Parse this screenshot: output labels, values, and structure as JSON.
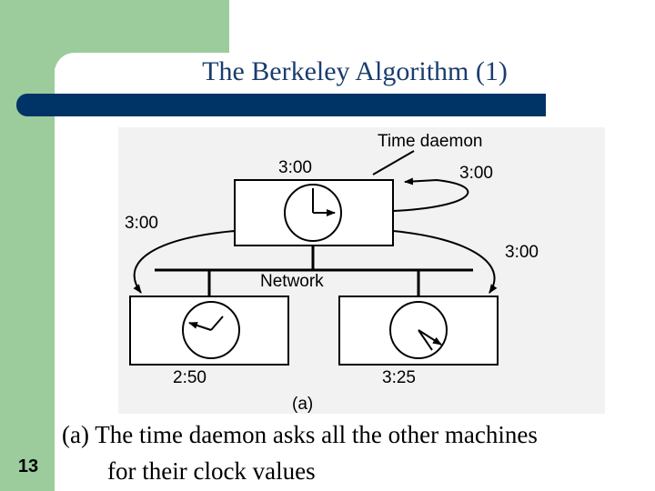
{
  "slide": {
    "title": "The Berkeley Algorithm (1)",
    "number": "13",
    "caption_line1": "(a) The time daemon asks all the other machines",
    "caption_line2": "for their clock values"
  },
  "diagram": {
    "daemon_label": "Time daemon",
    "daemon_time": "3:00",
    "self_message": "3:00",
    "message_left": "3:00",
    "message_right": "3:00",
    "network_label": "Network",
    "left_machine_time": "2:50",
    "right_machine_time": "3:25",
    "subfigure_label": "(a)"
  },
  "colors": {
    "green": "#9ccc9c",
    "title_bar": "#003366",
    "title_text": "#1a3d6e",
    "diagram_bg": "#f2f2f2"
  }
}
